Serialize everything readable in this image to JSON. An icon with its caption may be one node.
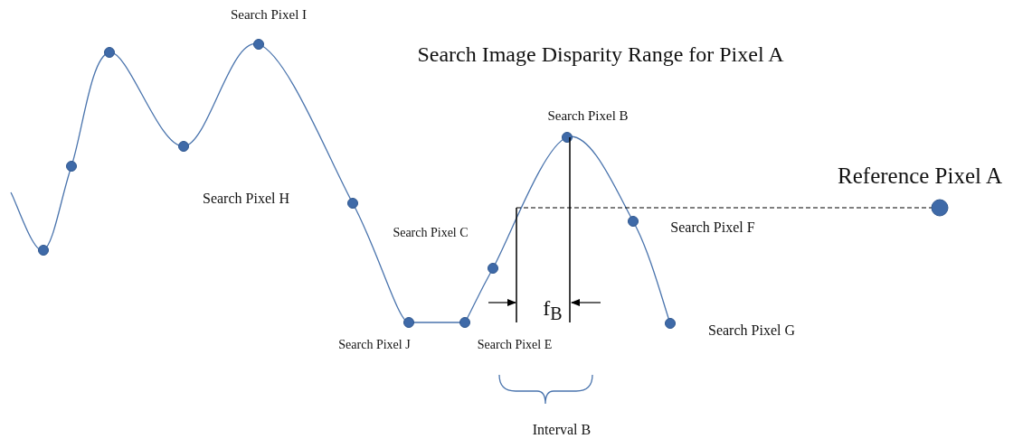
{
  "diagram": {
    "title": "Search Image Disparity Range for Pixel A",
    "labels": [
      "Search Pixel I",
      "Search Pixel B",
      "Reference Pixel A",
      "Search Pixel H",
      "Search Pixel C",
      "Search Pixel F",
      "f$_{B}$",
      "Search Pixel J",
      "Search Pixel E",
      "Search Pixel G",
      "Interval B"
    ]
  }
}
